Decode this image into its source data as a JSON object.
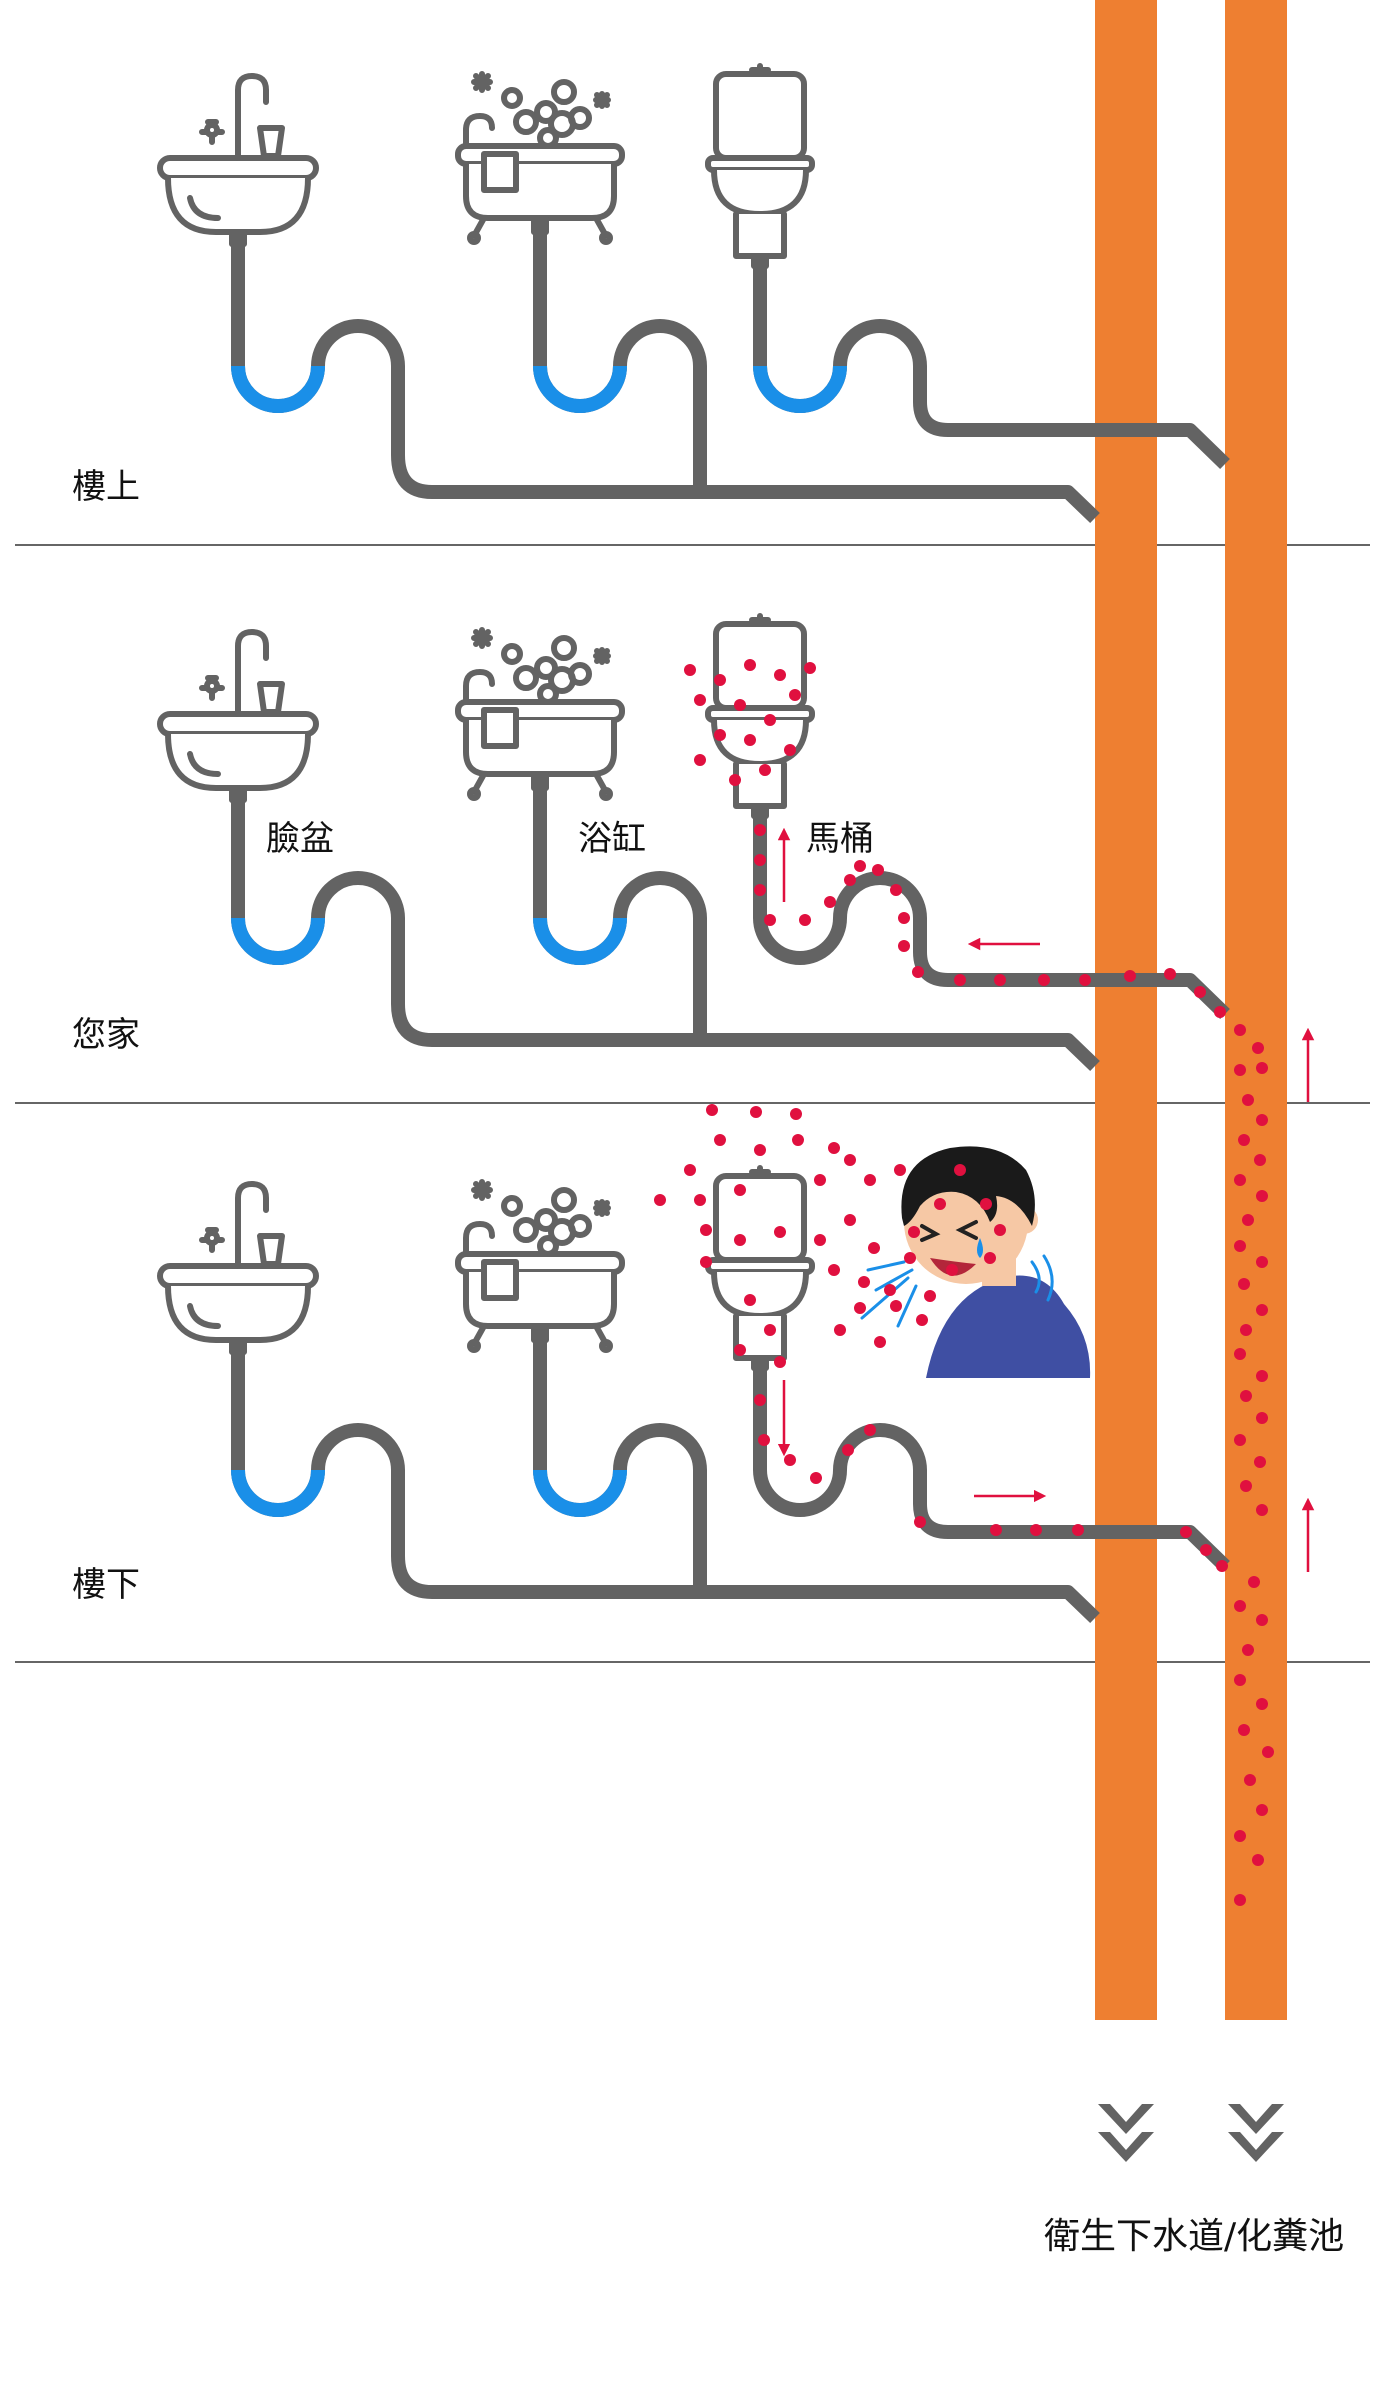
{
  "floors": [
    {
      "id": "upstairs",
      "label": "樓上"
    },
    {
      "id": "your-home",
      "label": "您家"
    },
    {
      "id": "downstairs",
      "label": "樓下"
    }
  ],
  "fixture_labels": {
    "basin": "臉盆",
    "bathtub": "浴缸",
    "toilet": "馬桶"
  },
  "destination_label": "衛生下水道/化糞池",
  "colors": {
    "stack": "#ee7f31",
    "pipe": "#636363",
    "trap_water": "#1a8fe8",
    "contaminant": "#e0103f",
    "shirt": "#3f4fa3",
    "hair": "#1a1a1a",
    "skin": "#f6c8a5"
  }
}
